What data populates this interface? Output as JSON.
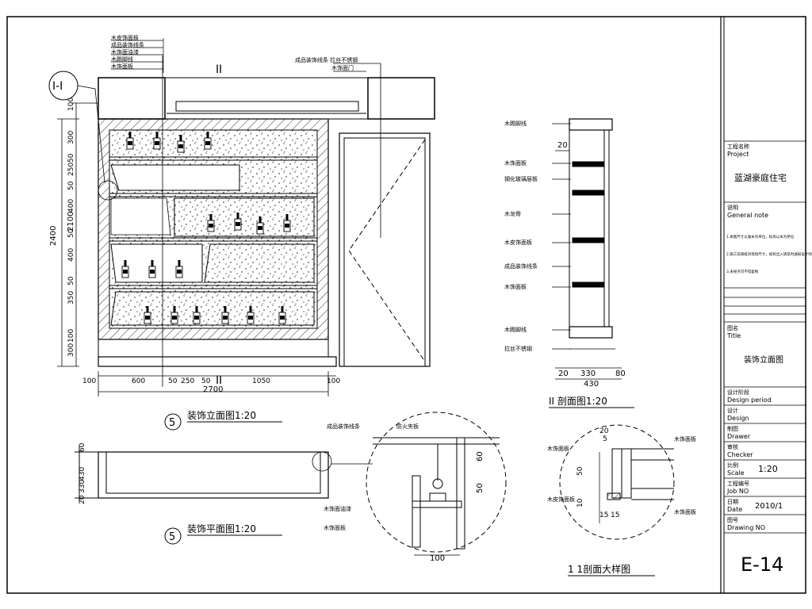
{
  "elevation": {
    "section_marker": "I-I",
    "cut_labels": [
      "I",
      "I"
    ],
    "left_dims": [
      "100",
      "300",
      "50",
      "250",
      "50",
      "400",
      "50",
      "400",
      "50",
      "350",
      "100",
      "300"
    ],
    "overall_height": "2400",
    "inner_height": "2100",
    "bottom_dims": [
      "100",
      "600",
      "50",
      "250",
      "50",
      "1050",
      "100"
    ],
    "overall_width": "2700",
    "callouts_top_left": [
      "木皮饰面板",
      "成品装饰线条",
      "木饰面油漆",
      "木踢脚线",
      "木饰面板"
    ],
    "callouts_top_right": [
      "成品装饰线条 拉丝不锈钢",
      "木饰面门"
    ],
    "title_number": "5",
    "title": "装饰立面图1:20"
  },
  "plan": {
    "dims": [
      "60",
      "430",
      "330",
      "20"
    ],
    "title_number": "5",
    "title": "装饰平面图1:20"
  },
  "section_II": {
    "callouts": [
      "木踢脚线",
      "木饰面板",
      "钢化玻璃层板",
      "木龙骨",
      "木皮饰面板",
      "成品装饰线条",
      "木饰面板",
      "木踢脚线",
      "拉丝不锈钢"
    ],
    "dim_20": "20",
    "bottom_dims": [
      "20",
      "330",
      "80"
    ],
    "overall_width": "430",
    "title": "II 剖面图1:20"
  },
  "detail_left": {
    "callouts": [
      "成品装饰线条",
      "防火夹板",
      "木饰面油漆",
      "木饰面板"
    ],
    "dims": [
      "60",
      "50"
    ],
    "bottom_dim": "100"
  },
  "detail_right": {
    "callouts": [
      "木饰面板",
      "木饰面板",
      "木皮饰面板",
      "木饰面板"
    ],
    "dims": [
      "20",
      "5",
      "50",
      "10",
      "15",
      "15"
    ],
    "title": "1 1剖面大样图"
  },
  "title_block": {
    "project_label": "Project",
    "project_cn": "工程名称",
    "project_name": "蓝湖豪庭住宅",
    "note_cn": "说明",
    "note_label": "General note",
    "notes": [
      "1.本图尺寸以毫米为单位，标高以米为单位",
      "2.施工前请核对现场尺寸，如有出入请及时通知设计师",
      "3.未经许可不得复制"
    ],
    "title_cn": "图名",
    "title_label": "Title",
    "title_value": "装饰立面图",
    "period_cn": "设计阶段",
    "period_label": "Design period",
    "design_cn": "设计",
    "design_label": "Design",
    "drawer_cn": "制图",
    "drawer_label": "Drawer",
    "checker_cn": "审核",
    "checker_label": "Checker",
    "scale_cn": "比例",
    "scale_label": "Scale",
    "scale_value": "1:20",
    "job_cn": "工程编号",
    "job_label": "Job NO",
    "date_cn": "日期",
    "date_label": "Date",
    "date_value": "2010/1",
    "drawing_cn": "图号",
    "drawing_label": "Drawing NO",
    "drawing_no": "E-14"
  }
}
